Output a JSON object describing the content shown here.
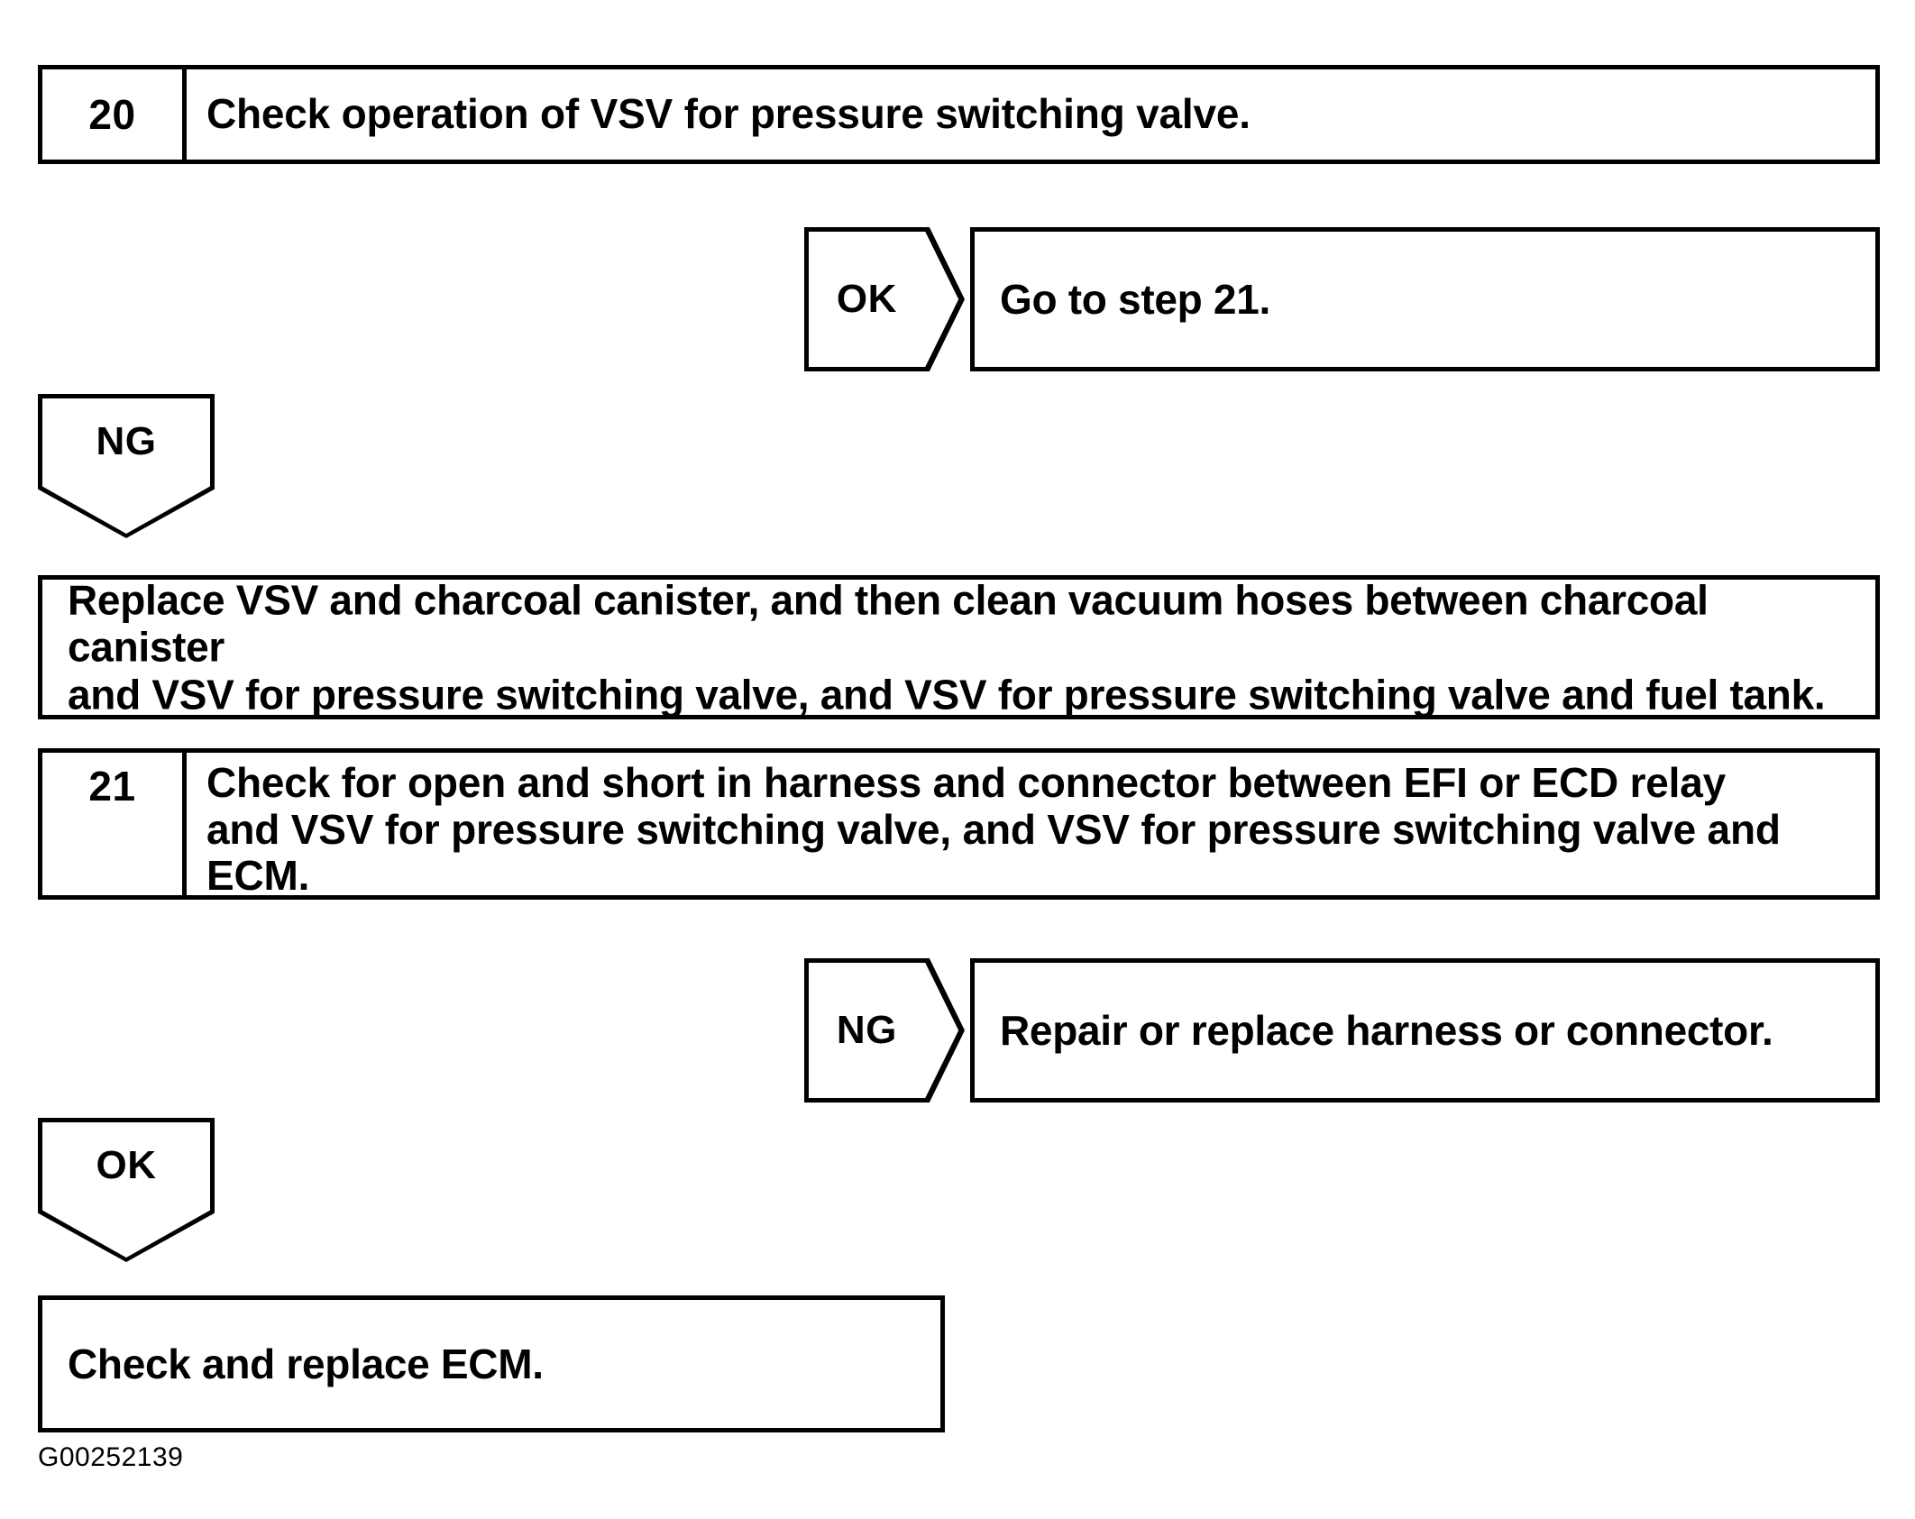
{
  "figure": {
    "id_label": "G00252139",
    "type": "troubleshooting-flowchart"
  },
  "flow": {
    "step20": {
      "number": "20",
      "text": "Check operation of VSV for pressure switching valve."
    },
    "step20_ok": {
      "tag": "OK",
      "result": "Go to step 21."
    },
    "step20_ng": {
      "tag": "NG"
    },
    "ng_action": {
      "line1": "Replace VSV and charcoal canister, and then clean vacuum hoses between charcoal canister",
      "line2": "and VSV for pressure switching valve, and VSV for pressure switching valve and fuel tank."
    },
    "step21": {
      "number": "21",
      "line1": "Check for open and short in harness and connector between EFI or ECD relay",
      "line2": "and VSV for pressure switching valve, and VSV for pressure switching valve and",
      "line3": "ECM."
    },
    "step21_ng": {
      "tag": "NG",
      "result": "Repair or replace harness or connector."
    },
    "step21_ok": {
      "tag": "OK"
    },
    "final_action": {
      "text": "Check and replace ECM."
    }
  },
  "colors": {
    "ink": "#000000",
    "paper": "#ffffff"
  }
}
